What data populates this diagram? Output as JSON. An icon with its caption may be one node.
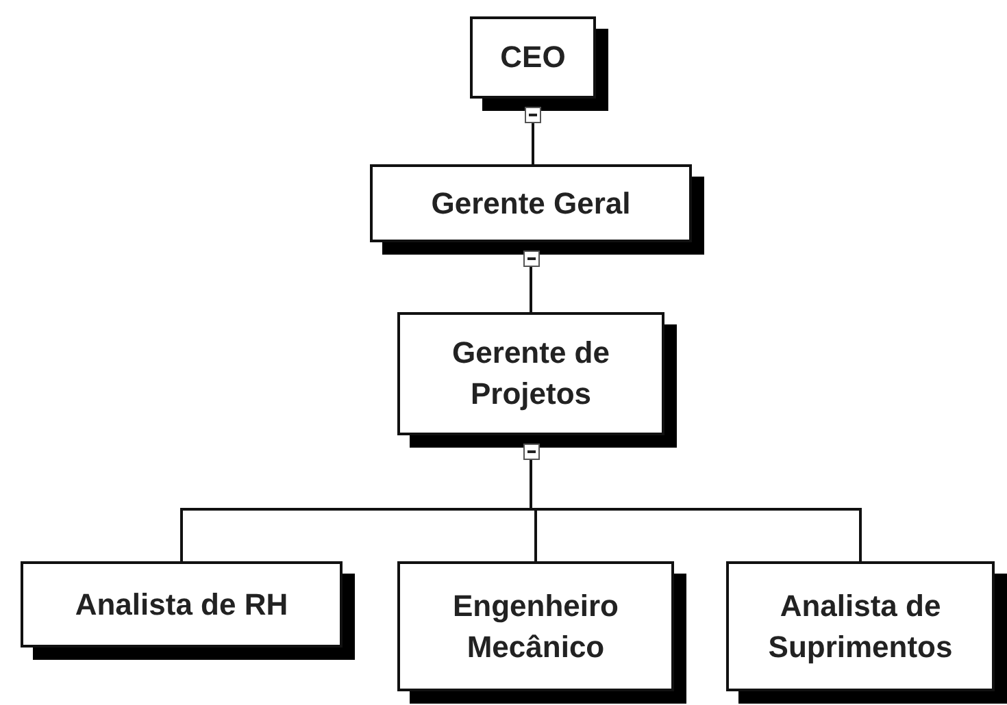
{
  "diagram": {
    "nodes": [
      {
        "text": [
          "CEO"
        ]
      },
      {
        "text": [
          "Gerente Geral"
        ]
      },
      {
        "text": [
          "Gerente de Projetos"
        ]
      },
      {
        "text": [
          "Analista de RH"
        ]
      },
      {
        "text": [
          "Engenheiro Mecânico"
        ]
      },
      {
        "text": [
          "Analista de Suprimentos"
        ]
      }
    ],
    "edges": [
      {
        "from": 0,
        "to": 1,
        "arrow": "none"
      },
      {
        "from": 1,
        "to": 2,
        "arrow": "none"
      },
      {
        "from": 2,
        "to": 3,
        "arrow": "none"
      },
      {
        "from": 2,
        "to": 4,
        "arrow": "none"
      },
      {
        "from": 2,
        "to": 5,
        "arrow": "none"
      }
    ]
  }
}
